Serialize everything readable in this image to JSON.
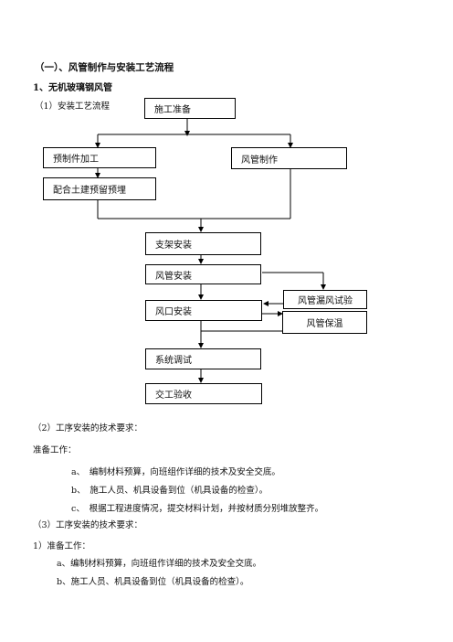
{
  "heading": "（一）、风管制作与安装工艺流程",
  "subheading": "1、无机玻璃钢风管",
  "flow_label": "（1）安装工艺流程",
  "flow": {
    "prep": "施工准备",
    "prefab": "预制件加工",
    "embed": "配合土建预留预埋",
    "duct_make": "风管制作",
    "support": "支架安装",
    "duct_install": "风管安装",
    "leak_test": "风管漏风试验",
    "outlet": "风口安装",
    "insulation": "风管保温",
    "debug": "系统调试",
    "acceptance": "交工验收"
  },
  "section2": {
    "title": "（2）工序安装的技术要求：",
    "prep_title": "准备工作：",
    "items": [
      "a、　编制材料预算，向班组作详细的技术及安全交底。",
      "b、　施工人员、机具设备到位（机具设备的检查）。",
      "c、　根据工程进度情况，提交材料计划，并按材质分别堆放整齐。"
    ]
  },
  "section3": {
    "title": "（3）工序安装的技术要求：",
    "prep_title": "1）准备工作：",
    "items": [
      "a、编制材料预算，向班组作详细的技术及安全交底。",
      "b、施工人员、机具设备到位（机具设备的检查）。"
    ]
  }
}
